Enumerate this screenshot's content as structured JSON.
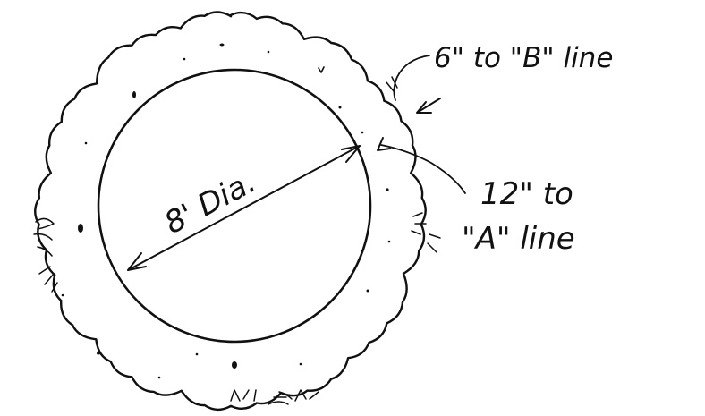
{
  "diagram": {
    "diameter_label": "8' Dia.",
    "callout_b": "6\" to \"B\" line",
    "callout_a_line1": "12\" to",
    "callout_a_line2": "\"A\" line",
    "ink_color": "#111111",
    "background_color": "#ffffff"
  }
}
